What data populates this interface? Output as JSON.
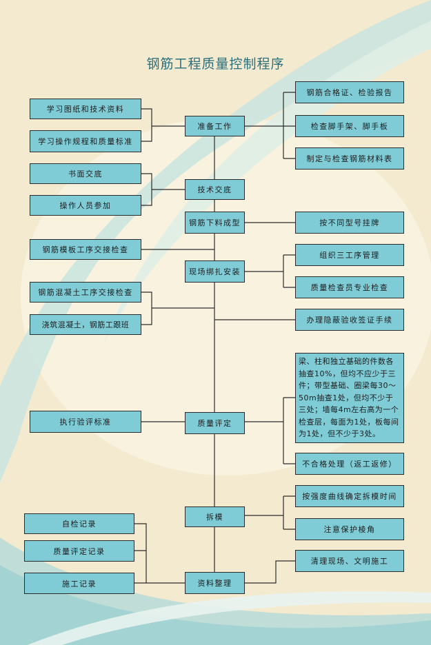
{
  "title": "钢筋工程质量控制程序",
  "steps": [
    "准备工作",
    "技术交底",
    "钢筋下料成型",
    "现场绑扎安装",
    "质量评定",
    "拆模",
    "资料整理"
  ],
  "left": [
    "学习图纸和技术资料",
    "学习操作规程和质量标准",
    "书面交底",
    "操作人员参加",
    "钢筋模板工序交接检查",
    "钢筋混凝土工序交接检查",
    "浇筑混凝土，钢筋工跟班",
    "执行验评标准",
    "自检记录",
    "质量评定记录",
    "施工记录"
  ],
  "right": [
    "钢筋合格证、检验报告",
    "检查脚手架、脚手板",
    "制定与检查钢筋材料表",
    "按不同型号挂牌",
    "组织三工序管理",
    "质量检查员专业检查",
    "办理隐蔽验收签证手续",
    "梁、柱和独立基础的件数各抽查10%，但均不应少于三件；带型基础、圈梁每30～50m抽查1处，但均不少于三处；墙每4m左右高为一个检查层，每面为1处，板每间为1处，但不少于3处。",
    "不合格处理（返工返修）",
    "按强度曲线确定拆模时间",
    "注意保护棱角",
    "清理现场、文明施工"
  ]
}
